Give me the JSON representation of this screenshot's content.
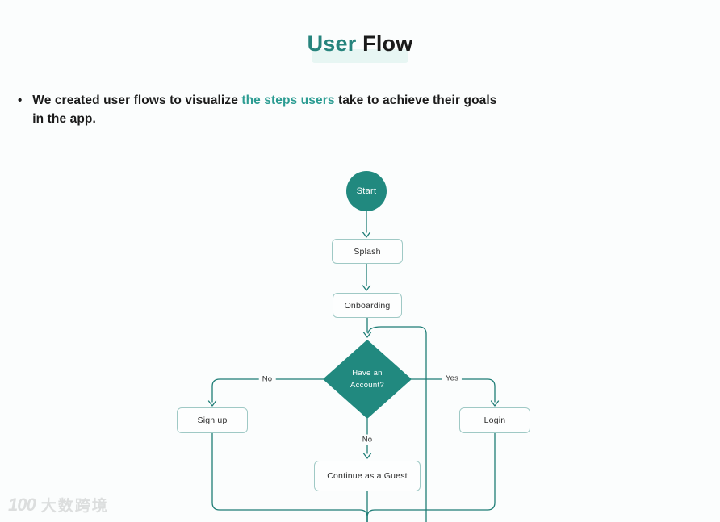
{
  "colors": {
    "page_bg": "#fbfdfd",
    "teal": "#21897f",
    "line": "#1e7d76",
    "box_border": "#9fc9c5",
    "box_bg": "#fdfefe",
    "accent_text": "#2b9c92",
    "title_accent": "#27847d",
    "title_dark": "#1b1b1b",
    "highlight": "#e7f6f3",
    "body_text": "#1b1b1b",
    "box_text": "#2d2d2d",
    "watermark": "#dcdede"
  },
  "title": {
    "accent_word": "User",
    "rest_word": "Flow"
  },
  "intro": {
    "bullet": "•",
    "before": "We created user flows to visualize ",
    "accent": "the steps users",
    "after": " take to achieve their goals in the app."
  },
  "flowchart": {
    "nodes": {
      "start": {
        "label": "Start",
        "type": "circle"
      },
      "splash": {
        "label": "Splash",
        "type": "box"
      },
      "onboarding": {
        "label": "Onboarding",
        "type": "box"
      },
      "have_account": {
        "label_line1": "Have an",
        "label_line2": "Account?",
        "type": "diamond"
      },
      "sign_up": {
        "label": "Sign up",
        "type": "box"
      },
      "login": {
        "label": "Login",
        "type": "box"
      },
      "continue_guest": {
        "label": "Continue as a Guest",
        "type": "box"
      }
    },
    "edge_labels": {
      "no_left": "No",
      "yes_right": "Yes",
      "no_down": "No"
    }
  },
  "watermark": {
    "logo": "100",
    "text": "大数跨境"
  }
}
